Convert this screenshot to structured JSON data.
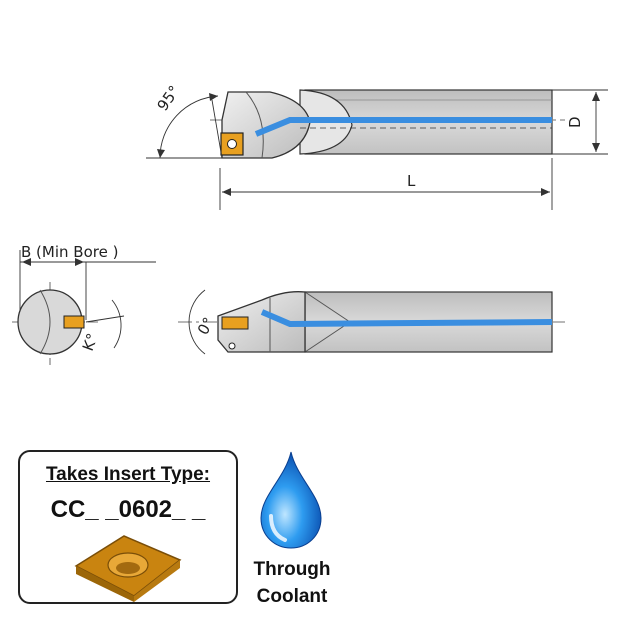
{
  "dimensions": {
    "angle_top": "95°",
    "diameter": "D",
    "length": "L",
    "min_bore": "B (Min Bore )",
    "angle_k": "K°",
    "angle_zero": "0°"
  },
  "insert_box": {
    "title": "Takes Insert Type:",
    "code": "CC_ _0602_ _"
  },
  "coolant": {
    "line1": "Through",
    "line2": "Coolant"
  },
  "colors": {
    "coolant_channel": "#3a8ee0",
    "insert": "#e8a020",
    "body": "#d4d4d4"
  }
}
